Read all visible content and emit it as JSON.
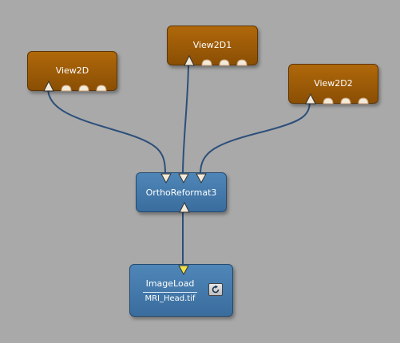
{
  "canvas": {
    "background": "#a9a9a9",
    "wire_color": "#2d4f7a"
  },
  "nodes": {
    "view2d": {
      "title": "View2D",
      "inputs": 4,
      "color": "orange"
    },
    "view2d1": {
      "title": "View2D1",
      "inputs": 4,
      "color": "orange"
    },
    "view2d2": {
      "title": "View2D2",
      "inputs": 4,
      "color": "orange"
    },
    "orthoreformat3": {
      "title": "OrthoReformat3",
      "outputs": 3,
      "inputs": 1,
      "color": "blue"
    },
    "imageload": {
      "title": "ImageLoad",
      "file": "MRI_Head.tif",
      "refresh_icon": "refresh-icon",
      "color": "blue"
    }
  },
  "connections": [
    {
      "from": "orthoreformat3",
      "to": "view2d"
    },
    {
      "from": "orthoreformat3",
      "to": "view2d1"
    },
    {
      "from": "orthoreformat3",
      "to": "view2d2"
    },
    {
      "from": "imageload",
      "to": "orthoreformat3"
    }
  ]
}
